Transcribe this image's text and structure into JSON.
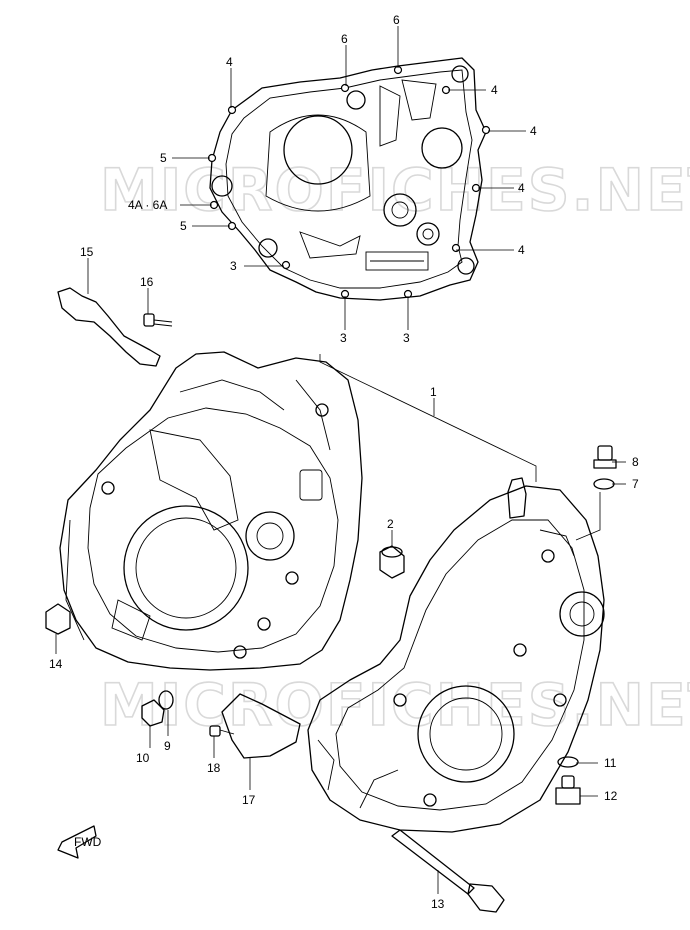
{
  "watermark": "MICROFICHES.NET",
  "fwd_label": "FWD",
  "callouts": {
    "c1": "1",
    "c2": "2",
    "c3a": "3",
    "c3b": "3",
    "c3c": "3",
    "c4a": "4",
    "c4b": "4",
    "c4c": "4",
    "c4d": "4",
    "c4e": "4",
    "c4a6a": "4A · 6A",
    "c5a": "5",
    "c5b": "5",
    "c6a": "6",
    "c6b": "6",
    "c7": "7",
    "c8": "8",
    "c9": "9",
    "c10": "10",
    "c11": "11",
    "c12": "12",
    "c13": "13",
    "c14": "14",
    "c15": "15",
    "c16": "16",
    "c17": "17",
    "c18": "18"
  }
}
